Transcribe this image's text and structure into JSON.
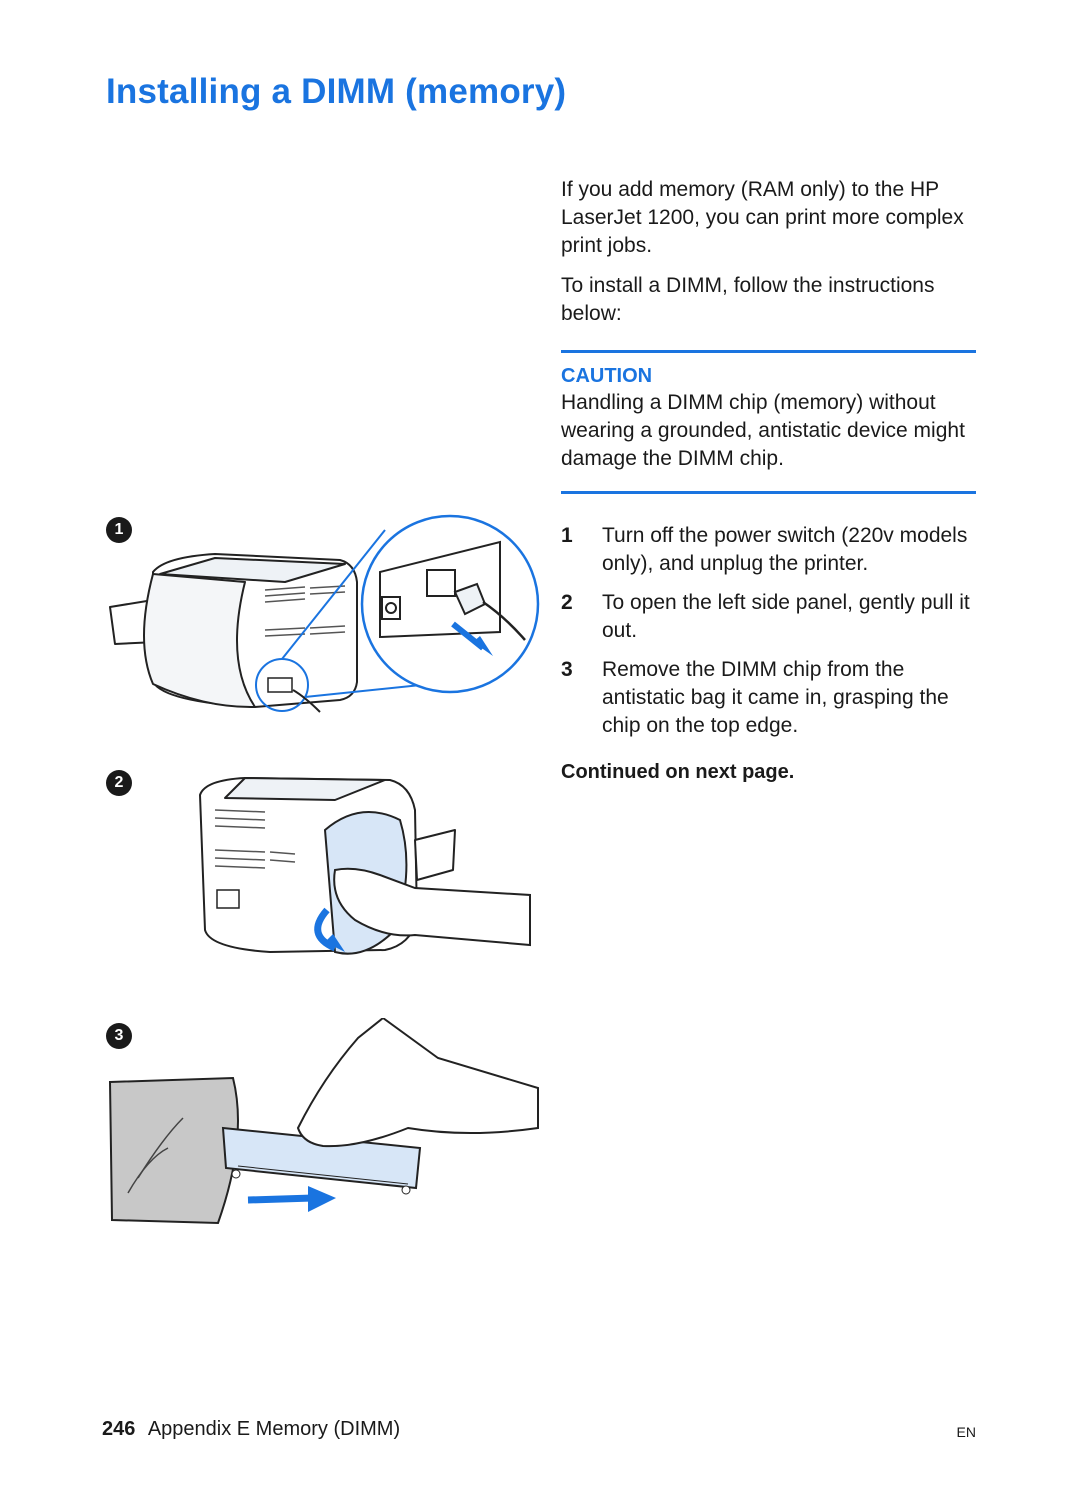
{
  "title": "Installing a DIMM (memory)",
  "intro": [
    "If you add memory (RAM only) to the HP LaserJet 1200, you can print more complex print jobs.",
    "To install a DIMM, follow the instructions below:"
  ],
  "caution": {
    "heading": "CAUTION",
    "text": "Handling a DIMM chip (memory) without wearing a grounded, antistatic device might damage the DIMM chip."
  },
  "steps": [
    {
      "num": "1",
      "text": "Turn off the power switch (220v models only), and unplug the printer."
    },
    {
      "num": "2",
      "text": "To open the left side panel, gently pull it out."
    },
    {
      "num": "3",
      "text": "Remove the DIMM chip from the antistatic bag it came in, grasping the chip on the top edge."
    }
  ],
  "continued": "Continued on next page.",
  "figures": [
    {
      "badge": "1",
      "icon": "printer-unplug-illustration"
    },
    {
      "badge": "2",
      "icon": "open-side-panel-illustration"
    },
    {
      "badge": "3",
      "icon": "remove-dimm-illustration"
    }
  ],
  "footer": {
    "page_number": "246",
    "section": "Appendix E Memory (DIMM)",
    "lang": "EN"
  },
  "colors": {
    "accent": "#1a74e0",
    "text": "#1a1a1a"
  }
}
